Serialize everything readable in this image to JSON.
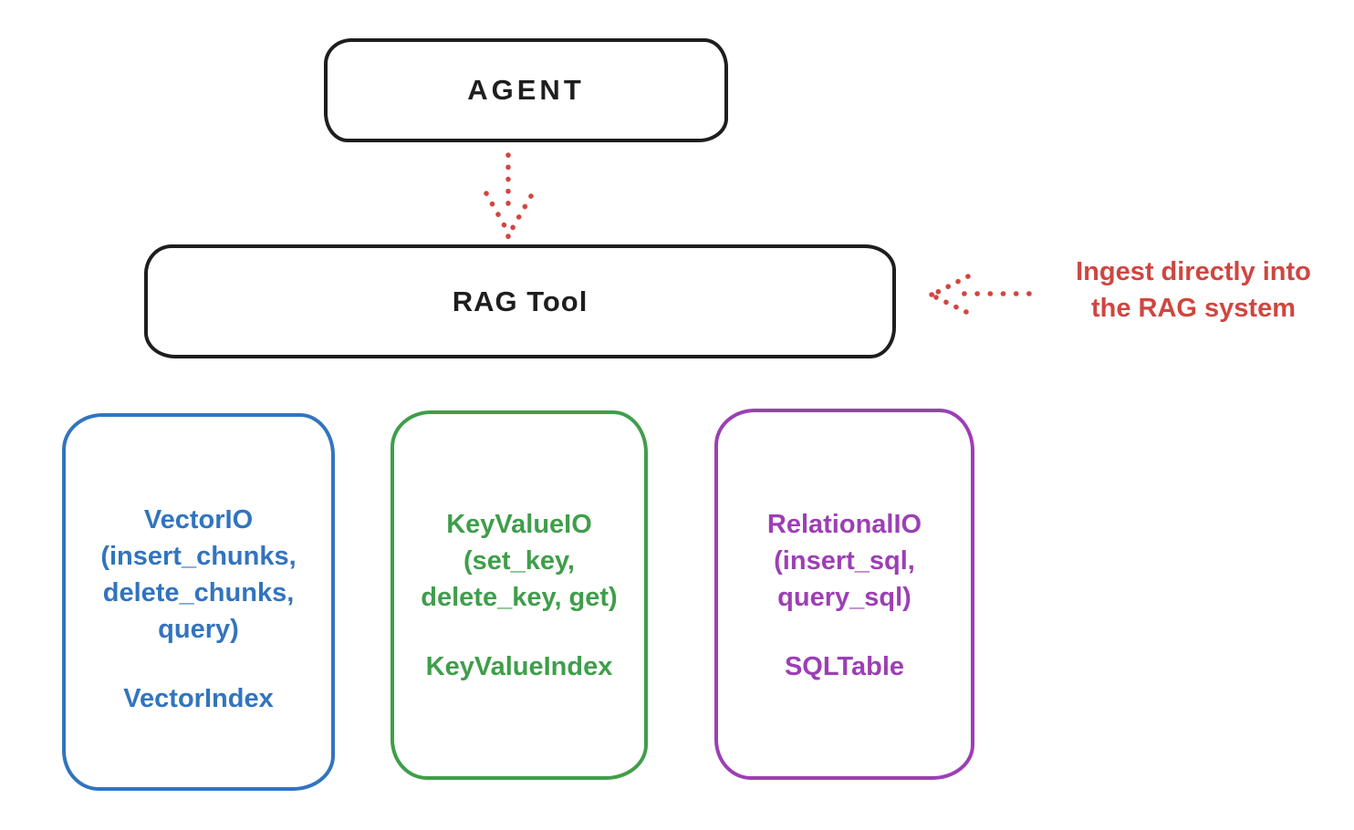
{
  "diagram": {
    "agent": {
      "label": "AGENT"
    },
    "rag_tool": {
      "label": "RAG Tool"
    },
    "annotation": {
      "line1": "Ingest directly into",
      "line2": "the RAG system",
      "color": "#cf4640"
    },
    "backends": [
      {
        "id": "vector-io",
        "color": "#3274bf",
        "title": "VectorIO",
        "params": [
          "(insert_chunks,",
          "delete_chunks,",
          "query)"
        ],
        "index": "VectorIndex"
      },
      {
        "id": "keyvalue-io",
        "color": "#3f9e4a",
        "title": "KeyValueIO",
        "params": [
          "(set_key,",
          "delete_key, get)"
        ],
        "index": "KeyValueIndex"
      },
      {
        "id": "relational-io",
        "color": "#9c3fb5",
        "title": "RelationalIO",
        "params": [
          "(insert_sql,",
          "query_sql)"
        ],
        "index": "SQLTable"
      }
    ],
    "arrows": {
      "color": "#d2463f",
      "agent_to_rag": "dotted-arrow-down",
      "ingest_to_rag": "dotted-arrow-left"
    },
    "palette": {
      "ink": "#1e1e1e",
      "red": "#d2463f",
      "blue": "#3274bf",
      "green": "#3f9e4a",
      "purple": "#9c3fb5",
      "background": "#ffffff"
    }
  }
}
